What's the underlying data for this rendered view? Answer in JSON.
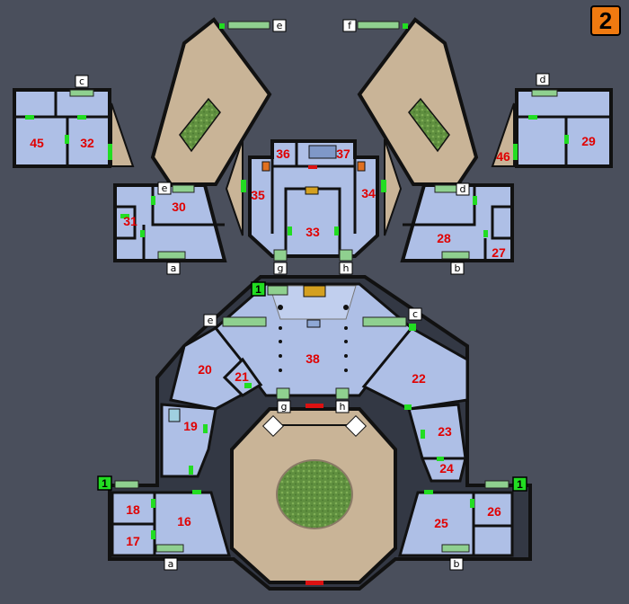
{
  "floor": "2",
  "colors": {
    "background": "#4a4f5c",
    "room_fill": "#aebfe6",
    "sand": "#c9b497",
    "wall": "#111111",
    "door": "#22dd22",
    "room_number": "#e00000",
    "badge": "#f07a10",
    "grass": "#5f8f3f",
    "red_door": "#dd1111"
  },
  "rooms": [
    "16",
    "17",
    "18",
    "19",
    "20",
    "21",
    "22",
    "23",
    "24",
    "25",
    "26",
    "27",
    "28",
    "29",
    "30",
    "31",
    "32",
    "33",
    "34",
    "35",
    "36",
    "37",
    "38",
    "45",
    "46"
  ],
  "markers": {
    "a": "a",
    "b": "b",
    "c": "c",
    "d": "d",
    "e": "e",
    "f": "f",
    "g": "g",
    "h": "h"
  },
  "stairs_label": "1"
}
